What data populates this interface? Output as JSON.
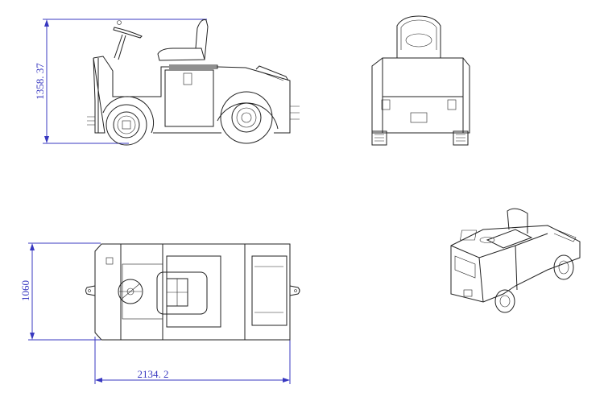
{
  "dimensions": {
    "height": "1358. 37",
    "width": "1060",
    "length": "2134. 2"
  },
  "colors": {
    "dimension": "#3838c0",
    "linework": "#222222",
    "background": "#ffffff"
  },
  "views": [
    "side-view",
    "front-view",
    "top-view",
    "isometric-view"
  ]
}
